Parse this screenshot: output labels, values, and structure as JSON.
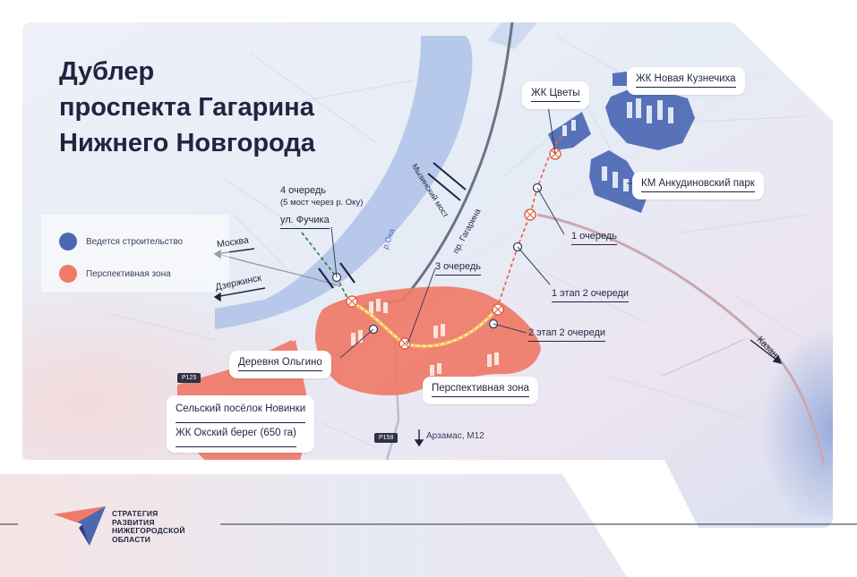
{
  "title": "Дублер\nпроспекта Гагарина\nНижнего Новгорода",
  "legend": [
    {
      "label": "Ведется строительство",
      "color": "#4b68b3"
    },
    {
      "label": "Перспективная зона",
      "color": "#ef7a68"
    }
  ],
  "places": {
    "new_kuznechikha": "ЖК Новая Кузнечиха",
    "tsvety": "ЖК Цветы",
    "ankudinovsky": "КМ Анкудиновский парк",
    "olgino": "Деревня Ольгино",
    "novinki": "Сельский посёлок Новинки",
    "oksky": "ЖК Окский берег (650 га)",
    "perspective_zone": "Перспективная  зона"
  },
  "stages": {
    "stage4": "4 очередь",
    "stage4_note": "(5 мост через р. Оку)",
    "fuchika": "ул. Фучика",
    "stage3": "3 очередь",
    "stage1": "1 очередь",
    "stage2_1": "1 этап 2 очереди",
    "stage2_2": "2 этап 2 очереди"
  },
  "map_labels": {
    "moscow": "Москва",
    "dzerzhinsk": "Дзержинск",
    "kazan": "Казань",
    "oka": "р.Ока",
    "myzinsky": "Мызинский мост",
    "gagarina": "пр. Гагарина"
  },
  "roads": {
    "r125": "Р125",
    "r158": "Р158",
    "arzamas": "Арзамас, М12"
  },
  "logo": "СТРАТЕГИЯ\nРАЗВИТИЯ\nНИЖЕГОРОДСКОЙ\nОБЛАСТИ",
  "colors": {
    "construction": "#4b68b3",
    "perspective": "#ef7a68",
    "text": "#1f2540",
    "river": "#aec2e8"
  }
}
